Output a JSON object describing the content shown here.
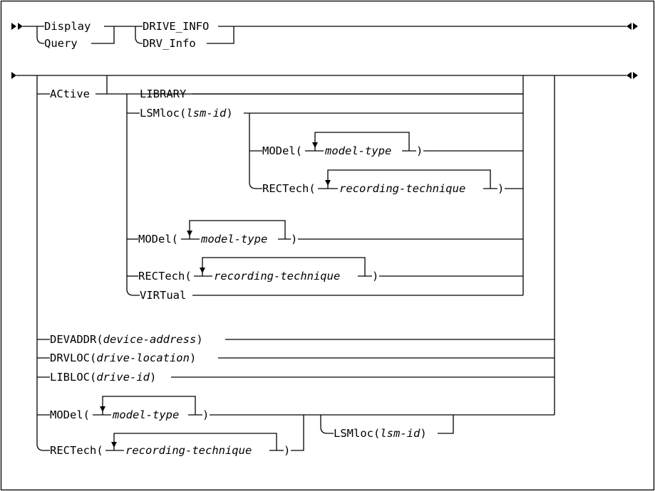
{
  "row1": {
    "display": "Display",
    "query": "Query",
    "drive_info": "DRIVE_INFO",
    "drv_info": "DRV_Info"
  },
  "row2": {
    "active": "ACtive",
    "library": "LIBRARY",
    "lsmloc_kw": "LSMloc(",
    "lsm_id": "lsm-id",
    "close_paren": ")",
    "model_kw": "MODel(",
    "model_type": "model-type",
    "rectech_kw": "RECTech(",
    "recording_technique": "recording-technique",
    "virtual": "VIRTual",
    "devaddr_kw": "DEVADDR(",
    "device_address": "device-address",
    "drvloc_kw": "DRVLOC(",
    "drive_location": "drive-location",
    "libloc_kw": "LIBLOC(",
    "drive_id": "drive-id"
  }
}
